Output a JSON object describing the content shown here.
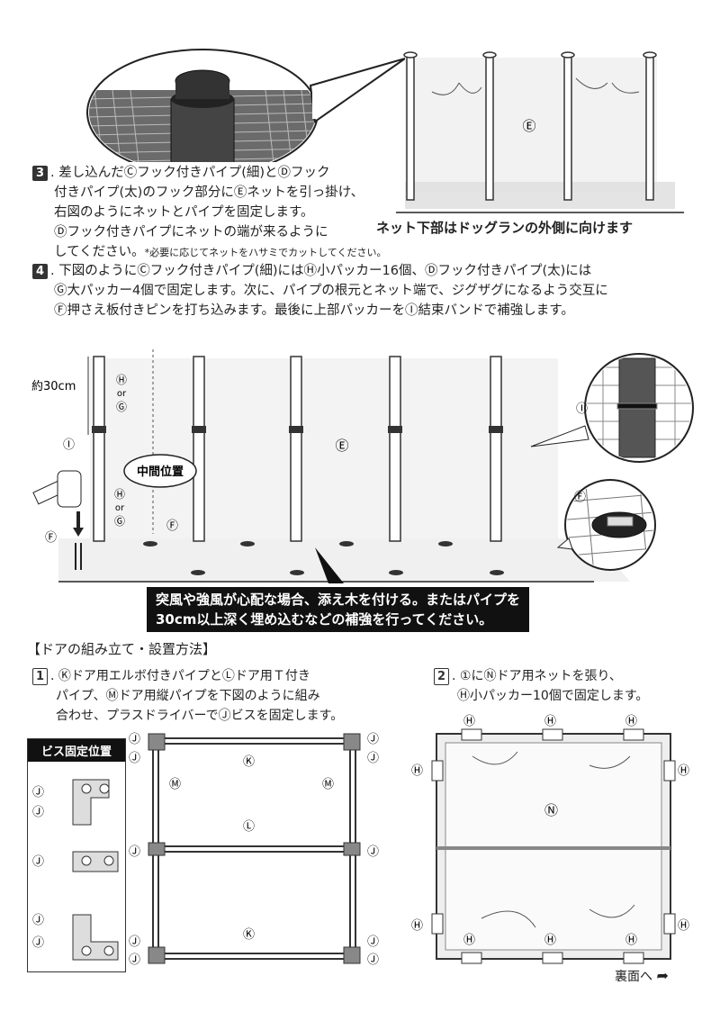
{
  "step3": {
    "num": "3",
    "line1": ". 差し込んだⒸフック付きパイプ(細)とⒹフック",
    "line2": "付きパイプ(太)のフック部分にⒺネットを引っ掛け、",
    "line3": "右図のようにネットとパイプを固定します。",
    "line4": "Ⓓフック付きパイプにネットの端が来るように",
    "line5": "してください。",
    "note": "*必要に応じてネットをハサミでカットしてください。",
    "fig_net_label": "Ⓔ",
    "fig_caption": "ネット下部はドッグランの外側に向けます"
  },
  "step4": {
    "num": "4",
    "line1": ". 下図のようにⒸフック付きパイプ(細)にはⒽ小パッカー16個、Ⓓフック付きパイプ(太)には",
    "line2": "Ⓖ大パッカー4個で固定します。次に、パイプの根元とネット端で、ジグザグになるよう交互に",
    "line3": "Ⓕ押さえ板付きピンを打ち込みます。最後に上部パッカーをⒾ結束バンドで補強します。"
  },
  "fig4": {
    "height_label": "約30cm",
    "h_or_g_top": [
      "Ⓗ",
      "or",
      "Ⓖ"
    ],
    "h_or_g_bottom": [
      "Ⓗ",
      "or",
      "Ⓖ"
    ],
    "i_label": "Ⓘ",
    "f_label_left": "Ⓕ",
    "f_label_mid": "Ⓕ",
    "mid_position": "中間位置",
    "net_label": "Ⓔ",
    "zoom_i": "Ⓘ",
    "zoom_f": "Ⓕ",
    "warning_line1": "突風や強風が心配な場合、添え木を付ける。またはパイプを",
    "warning_line2": "30cm以上深く埋め込むなどの補強を行ってください。"
  },
  "door_section": {
    "heading": "【ドアの組み立て・設置方法】",
    "step1": {
      "num": "1",
      "line1": ". Ⓚドア用エルボ付きパイプとⓁドア用Ｔ付き",
      "line2": "パイプ、Ⓜドア用縦パイプを下図のように組み",
      "line3": "合わせ、プラスドライバーでⒿビスを固定します。"
    },
    "step2": {
      "num": "2",
      "line1": ". ①にⓃドア用ネットを張り、",
      "line2": "Ⓗ小パッカー10個で固定します。"
    },
    "screw_box_title": "ビス固定位置",
    "j": "Ⓙ",
    "k": "Ⓚ",
    "l": "Ⓛ",
    "m": "Ⓜ",
    "n": "Ⓝ",
    "h": "Ⓗ",
    "back_label": "裏面へ"
  }
}
